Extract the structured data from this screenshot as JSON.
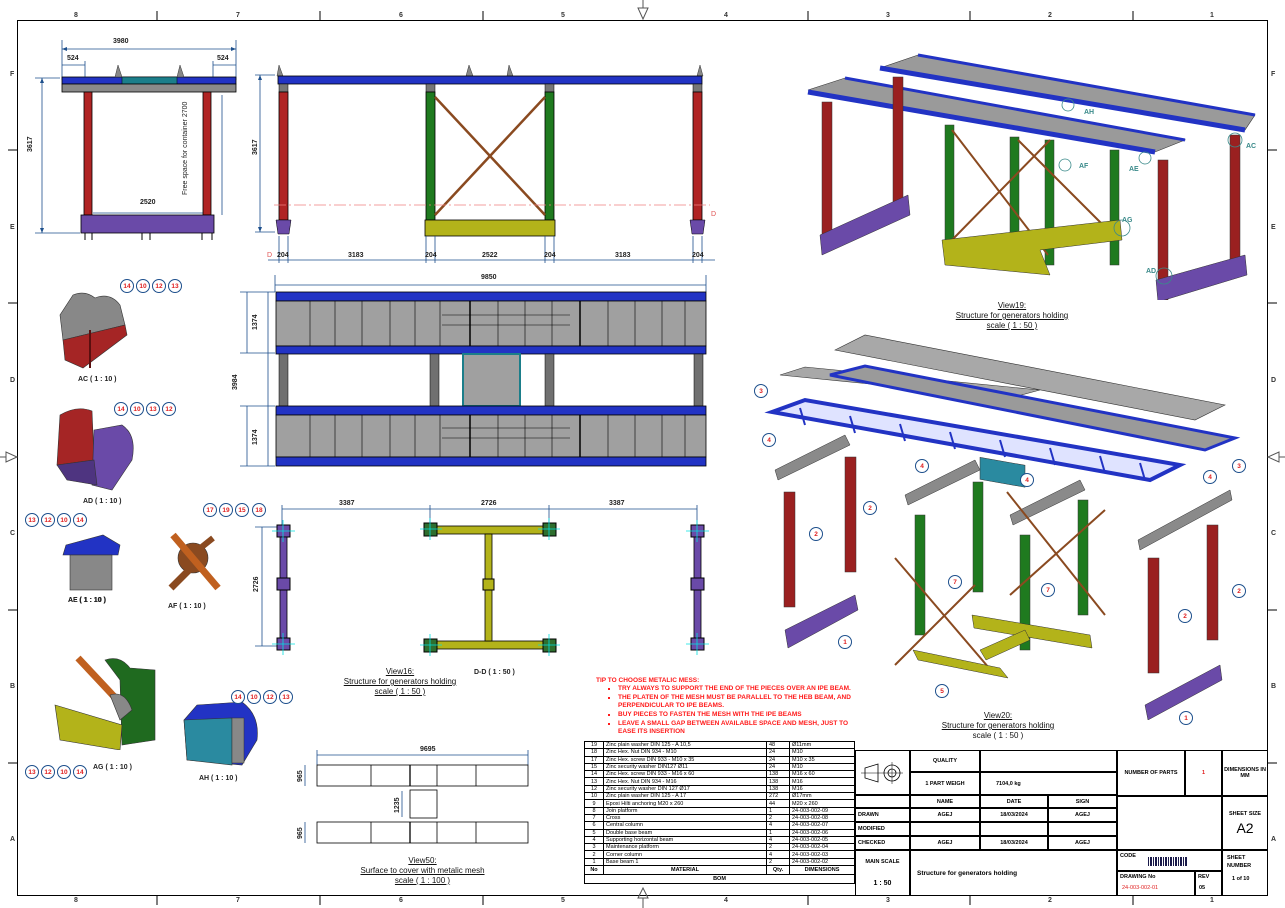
{
  "sheet": {
    "columns": [
      "8",
      "7",
      "6",
      "5",
      "4",
      "3",
      "2",
      "1"
    ],
    "rows": [
      "F",
      "E",
      "D",
      "C",
      "B",
      "A"
    ]
  },
  "front_view": {
    "overall_width": "3980",
    "left_offset": "524",
    "right_offset": "524",
    "height": "3617",
    "inner_width": "2520",
    "free_space_note": "Free space for container 2700"
  },
  "side_view": {
    "height": "3617",
    "spans": [
      "204",
      "3183",
      "204",
      "2522",
      "204",
      "3183",
      "204"
    ],
    "section_marker": "D"
  },
  "top_view": {
    "overall_length": "9850",
    "overall_width": "3984",
    "upper_width": "1374",
    "lower_width": "1374"
  },
  "section_dd": {
    "spans": [
      "3387",
      "2726",
      "3387"
    ],
    "height": "2726",
    "balloon": "18",
    "caption_title": "View16:",
    "caption_sub": "Structure for generators holding",
    "caption_scale": "scale ( 1 : 50 )",
    "section_label": "D-D ( 1 : 50 )"
  },
  "details": [
    {
      "id": "AC",
      "label": "AC ( 1 : 10 )",
      "balloons": [
        "14",
        "10",
        "12",
        "13"
      ]
    },
    {
      "id": "AD",
      "label": "AD ( 1 : 10 )",
      "balloons": [
        "14",
        "10",
        "13",
        "12"
      ]
    },
    {
      "id": "AE",
      "label": "AE ( 1 : 10 )",
      "balloons": [
        "13",
        "12",
        "10",
        "14"
      ]
    },
    {
      "id": "AF",
      "label": "AF ( 1 : 10 )",
      "balloons": [
        "17",
        "19",
        "15",
        "18"
      ]
    },
    {
      "id": "AG",
      "label": "AG ( 1 : 10 )",
      "balloons": [
        "13",
        "12",
        "10",
        "14"
      ]
    },
    {
      "id": "AH",
      "label": "AH ( 1 : 10 )",
      "balloons": [
        "14",
        "10",
        "12",
        "13"
      ]
    }
  ],
  "view19": {
    "title": "View19:",
    "subtitle": "Structure for generators holding",
    "scale": "scale ( 1 : 50 )",
    "markers": [
      "AH",
      "AF",
      "AE",
      "AC",
      "AG",
      "AD"
    ]
  },
  "view20": {
    "title": "View20:",
    "subtitle": "Structure for generators holding",
    "scale": "scale ( 1 : 50 )",
    "balloons": [
      "3",
      "3",
      "4",
      "4",
      "4",
      "4",
      "2",
      "2",
      "2",
      "2",
      "7",
      "7",
      "1",
      "1",
      "5"
    ]
  },
  "view50": {
    "length": "9695",
    "strip_width_top": "965",
    "strip_width_bottom": "965",
    "middle_width": "1235",
    "title": "View50:",
    "subtitle": "Surface to cover with metalic mesh",
    "scale": "scale ( 1 : 100 )"
  },
  "tips": {
    "heading": "TIP TO CHOOSE METALIC MESS:",
    "items": [
      "TRY ALWAYS TO SUPPORT THE END OF THE PIECES OVER AN IPE BEAM.",
      "THE PLATEN OF THE MESH MUST BE PARALLEL TO THE HEB BEAM, AND PERPENDICULAR TO IPE BEAMS.",
      "BUY PIECES TO FASTEN THE MESH WITH THE IPE BEAMS",
      "LEAVE A SMALL GAP BETWEEN AVAILABLE SPACE AND MESH, JUST TO EASE ITS INSERTION"
    ]
  },
  "bom": {
    "title": "BOM",
    "headers": {
      "no": "No",
      "material": "MATERIAL",
      "qty": "Qty.",
      "dimensions": "DIMENSIONS"
    },
    "rows": [
      {
        "no": "19",
        "material": "Zinc plain washer DIN 125 - A 10,5",
        "qty": "48",
        "dim": "Ø11mm"
      },
      {
        "no": "18",
        "material": "Zinc Hex. Nut DIN 934 - M10",
        "qty": "24",
        "dim": "M10"
      },
      {
        "no": "17",
        "material": "Zinc Hex. screw DIN 933 - M10  x 35",
        "qty": "24",
        "dim": "M10  x 35"
      },
      {
        "no": "15",
        "material": "Zinc security washer DIN127 Ø11",
        "qty": "24",
        "dim": "M10"
      },
      {
        "no": "14",
        "material": "Zinc Hex. screw DIN 933 - M16  x 60",
        "qty": "138",
        "dim": "M16  x 60"
      },
      {
        "no": "13",
        "material": "Zinc Hex. Nut DIN 934 - M16",
        "qty": "138",
        "dim": "M16"
      },
      {
        "no": "12",
        "material": "Zinc security washer DIN 127 Ø17",
        "qty": "138",
        "dim": "M16"
      },
      {
        "no": "10",
        "material": "Zinc plain washer DIN 125 - A 17",
        "qty": "272",
        "dim": "Ø17mm"
      },
      {
        "no": "9",
        "material": "Epoxi Hilti anchoring M20 x 260",
        "qty": "44",
        "dim": "M20 x 260"
      },
      {
        "no": "8",
        "material": "Join platform",
        "qty": "1",
        "dim": "24-003-002-09"
      },
      {
        "no": "7",
        "material": "Cross",
        "qty": "2",
        "dim": "24-003-002-08"
      },
      {
        "no": "6",
        "material": "Central column",
        "qty": "4",
        "dim": "24-003-002-07"
      },
      {
        "no": "5",
        "material": "Double base beam",
        "qty": "1",
        "dim": "24-003-002-06"
      },
      {
        "no": "4",
        "material": "Supporting horizontal beam",
        "qty": "4",
        "dim": "24-003-002-05"
      },
      {
        "no": "3",
        "material": "Maintenance platform",
        "qty": "2",
        "dim": "24-003-002-04"
      },
      {
        "no": "2",
        "material": "Corner column",
        "qty": "4",
        "dim": "24-003-002-03"
      },
      {
        "no": "1",
        "material": "Base beam 1",
        "qty": "2",
        "dim": "24-003-002-02"
      }
    ]
  },
  "title_block": {
    "quality_label": "QUALITY",
    "quality_value": "",
    "weight_label": "1 PART WEIGH",
    "weight_value": "7104,0 kg",
    "name_label": "NAME",
    "date_label": "DATE",
    "sign_label": "SIGN",
    "drawn_label": "DRAWN",
    "drawn_name": "AGEJ",
    "drawn_date": "18/03/2024",
    "drawn_sign": "AGEJ",
    "modified_label": "MODIFIED",
    "checked_label": "CHECKED",
    "checked_name": "AGEJ",
    "checked_date": "18/03/2024",
    "checked_sign": "AGEJ",
    "main_scale_label": "MAIN SCALE",
    "main_scale_value": "1 : 50",
    "drawing_title": "Structure for generators holding",
    "number_of_parts_label": "NUMBER OF PARTS",
    "number_of_parts_value": "1",
    "dimensions_label": "DIMENSIONS IN MM",
    "sheet_size_label": "SHEET SIZE",
    "sheet_size_value": "A2",
    "code_label": "CODE",
    "drawing_no_label": "DRAWING No",
    "drawing_no_value": "24-003-002-01",
    "rev_label": "REV",
    "rev_value": "05",
    "sheet_number_label": "SHEET NUMBER",
    "sheet_number_value": "1 of 10"
  },
  "colors": {
    "beam_blue": "#2233c4",
    "corner_column_red": "#b02424",
    "central_column_green": "#1f7a1f",
    "base_beam_purple": "#6a4aa8",
    "double_base_yellow": "#b3b31a",
    "cross_brown": "#8a4a20",
    "grey_steel": "#8a8a8a",
    "dimension_line": "#1d4f8c",
    "balloon_text": "#e02020",
    "tip_text": "#ff1a1a"
  }
}
